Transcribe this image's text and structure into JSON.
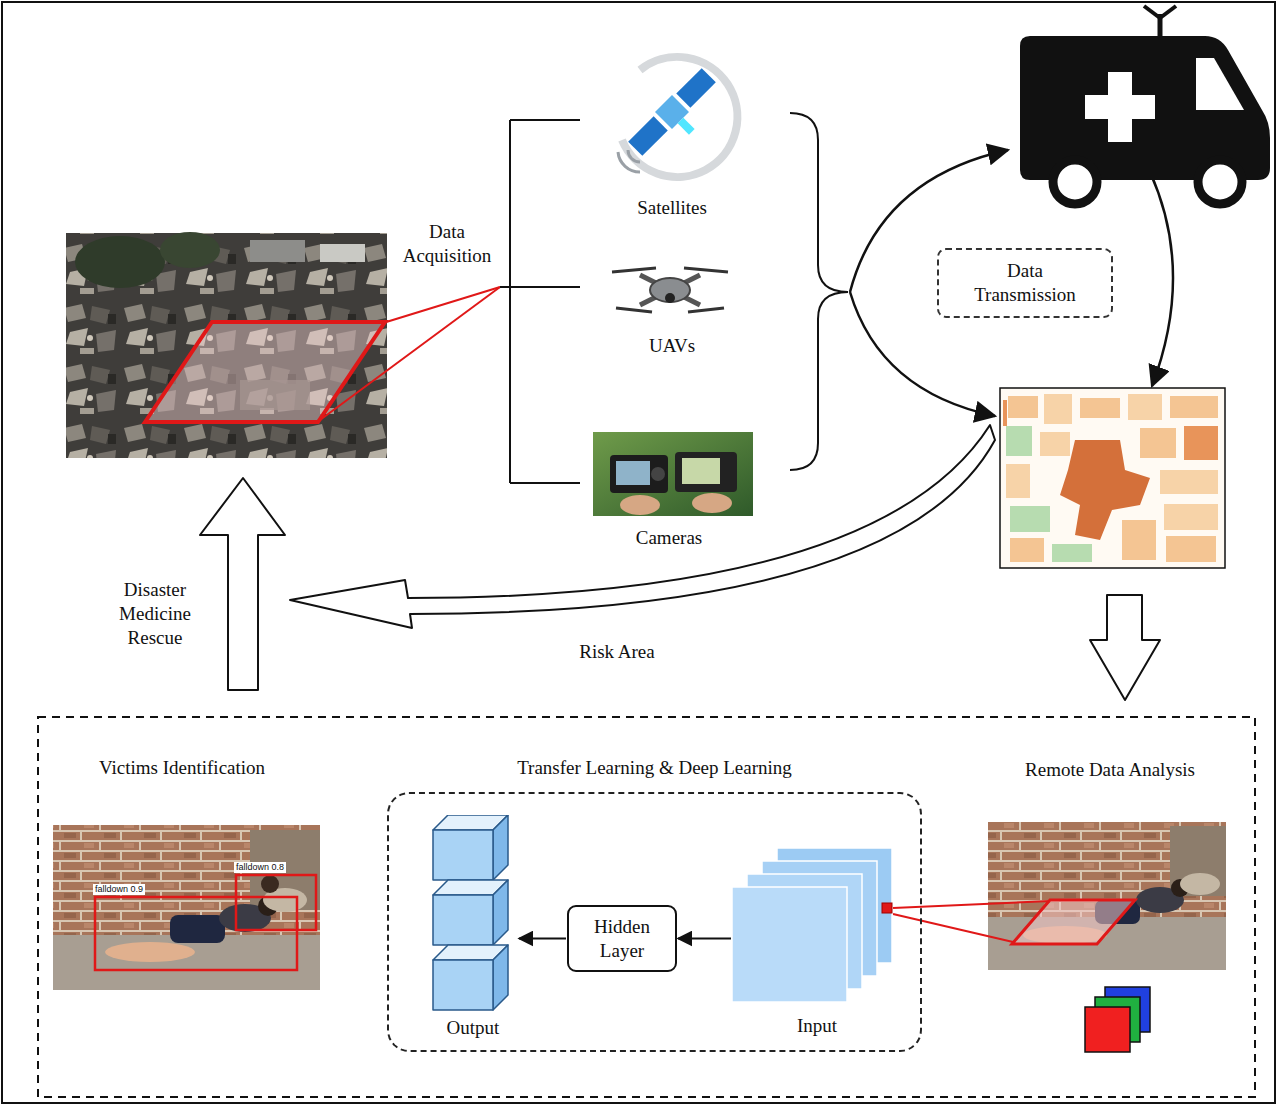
{
  "diagram": {
    "nodes": [
      {
        "text": [
          "Data Transmission"
        ]
      },
      {
        "text": [
          "Transfer Learning & Deep Learning"
        ]
      },
      {
        "text": [
          "Output"
        ],
        "in": 1
      },
      {
        "text": [
          "Hidden Layer"
        ],
        "in": 1
      },
      {
        "text": [
          "Input"
        ],
        "in": 1
      }
    ],
    "edges": [
      {
        "from": 4,
        "to": 3,
        "arrow": "to"
      },
      {
        "from": 3,
        "to": 2,
        "arrow": "to"
      }
    ],
    "labels": [
      "Data Acquisition",
      "Satellites",
      "UAVs",
      "Cameras",
      "Disaster Medicine Rescue",
      "Risk Area",
      "Victims Identification",
      "falldown 0.9",
      "falldown 0.8",
      "Remote Data Analysis"
    ]
  }
}
